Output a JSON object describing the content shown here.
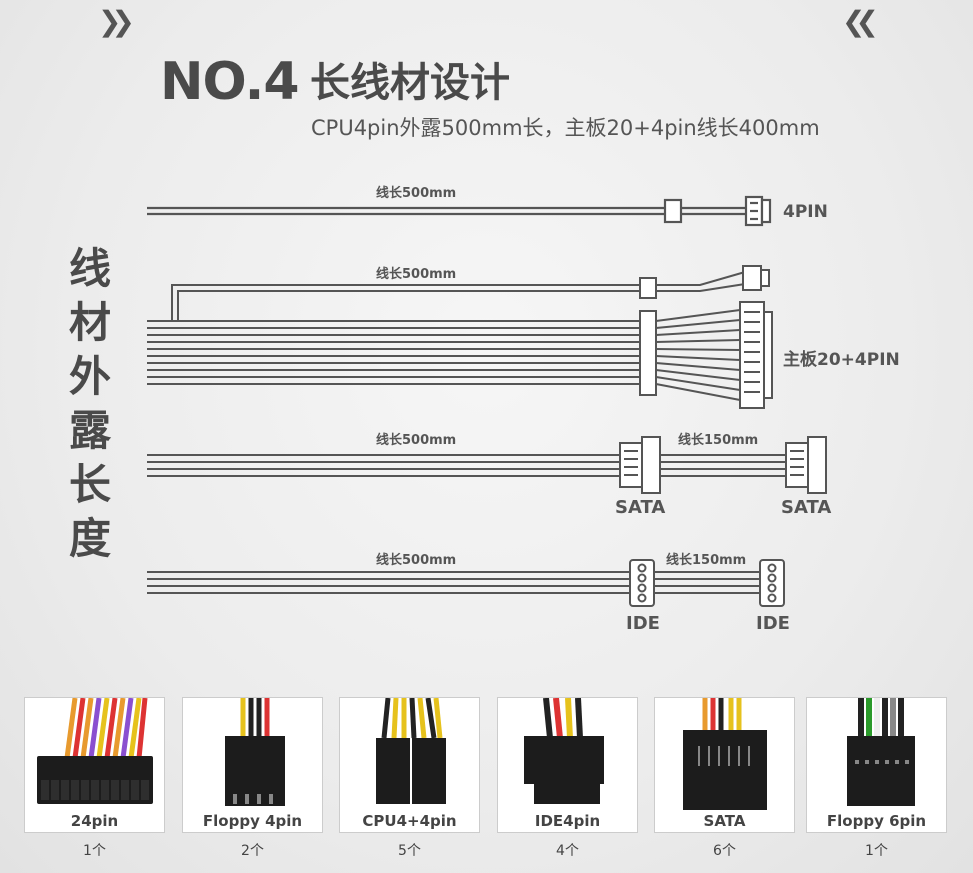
{
  "header": {
    "chevrons_left": "❯❯",
    "chevrons_right": "❮❮",
    "title_no": "NO.4",
    "title_cn": "长线材设计",
    "subtitle": "CPU4pin外露500mm长，主板20+4pin线长400mm"
  },
  "side_title": "线材外露长度",
  "cables": [
    {
      "length_label": "线长500mm",
      "connector_label": "4PIN"
    },
    {
      "length_label": "线长500mm",
      "connector_label": "主板20+4PIN"
    },
    {
      "length_label": "线长500mm",
      "length2_label": "线长150mm",
      "connector_label_1": "SATA",
      "connector_label_2": "SATA"
    },
    {
      "length_label": "线长500mm",
      "length2_label": "线长150mm",
      "connector_label_1": "IDE",
      "connector_label_2": "IDE"
    }
  ],
  "products": [
    {
      "caption": "24pin",
      "count": "1个"
    },
    {
      "caption": "Floppy 4pin",
      "count": "2个"
    },
    {
      "caption": "CPU4+4pin",
      "count": "5个"
    },
    {
      "caption": "IDE4pin",
      "count": "4个"
    },
    {
      "caption": "SATA",
      "count": "6个"
    },
    {
      "caption": "Floppy 6pin",
      "count": "1个"
    }
  ],
  "colors": {
    "background": "#ececec",
    "text": "#4a4a4a",
    "wire": "#555555",
    "connector_black": "#1c1c1c"
  }
}
